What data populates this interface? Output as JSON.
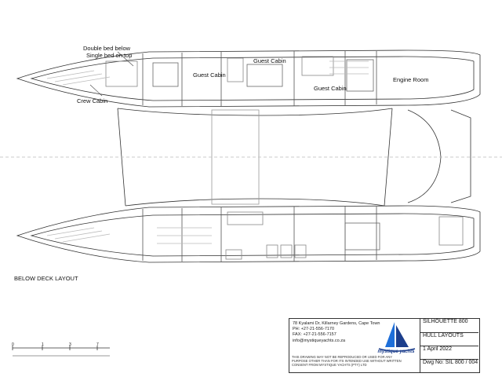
{
  "labels": {
    "double_bed": "Double bed below",
    "single_bed": "Single bed on top",
    "crew_cabin": "Crew Cabin",
    "guest_cabin_1": "Guest Cabin",
    "guest_cabin_2": "Guest Cabin",
    "guest_cabin_3": "Guest Cabin",
    "engine_room": "Engine Room",
    "below_deck": "BELOW DECK LAYOUT"
  },
  "title_block": {
    "address": "78 Kyalami Dr, Killarney Gardens, Cape Town",
    "phone": "PH: +27-21-556-7170",
    "fax": "FAX: +27-21-556-7157",
    "email": "info@mystiqueyachts.co.za",
    "note": "THIS DRAWING MAY NOT BE REPRODUCED OR USED FOR ANY PURPOSE OTHER THAN FOR ITS INTENDED USE WITHOUT WRITTEN CONSENT FROM MYSTIQUE YACHTS (PTY) LTD",
    "brand": "mystique yachts",
    "model": "SILHOUETTE 800",
    "sheet": "HULL LAYOUTS",
    "date": "1 April 2022",
    "dwg": "Dwg No: SIL 800 / 004"
  },
  "scale_ticks": [
    "0",
    "1",
    "3",
    "7"
  ],
  "colors": {
    "line": "#333333",
    "logo": "#1c3e8c",
    "sail": "#1e6fd9"
  }
}
